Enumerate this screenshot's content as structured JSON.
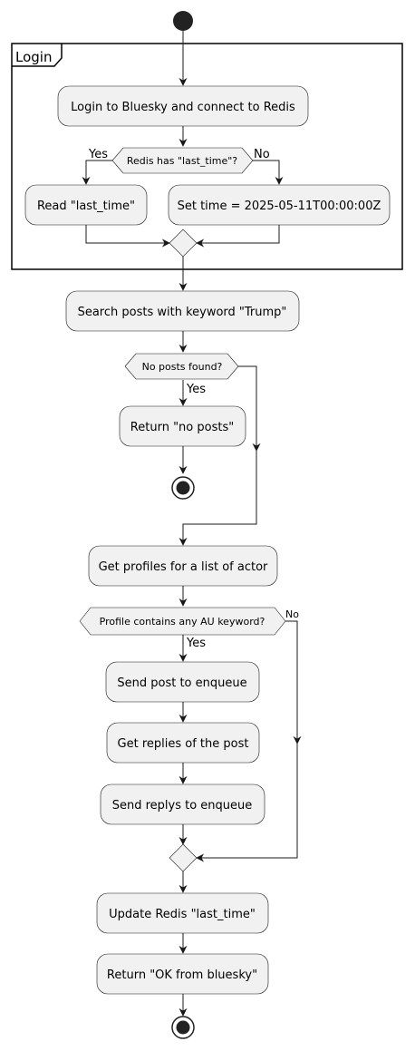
{
  "frame": {
    "title": "Login"
  },
  "actions": {
    "login": "Login to Bluesky and connect to Redis",
    "read_last_time": "Read \"last_time\"",
    "set_time": "Set time = 2025-05-11T00:00:00Z",
    "search_posts": "Search posts with keyword \"Trump\"",
    "return_no_posts": "Return \"no posts\"",
    "get_profiles": "Get profiles for a list of actor",
    "send_post": "Send post to enqueue",
    "get_replies": "Get replies of the post",
    "send_replys": "Send replys to enqueue",
    "update_redis": "Update Redis \"last_time\"",
    "return_ok": "Return \"OK from bluesky\""
  },
  "decisions": {
    "has_last_time": "Redis has \"last_time\"?",
    "no_posts_found": "No posts found?",
    "profile_keyword": "Profile contains any AU keyword?"
  },
  "edge_labels": {
    "has_last_time_yes": "Yes",
    "has_last_time_no": "No",
    "no_posts_yes": "Yes",
    "profile_yes": "Yes",
    "profile_no": "No"
  },
  "colors": {
    "node_fill": "#f1f1f1",
    "stroke": "#181818",
    "start_end": "#222222"
  }
}
